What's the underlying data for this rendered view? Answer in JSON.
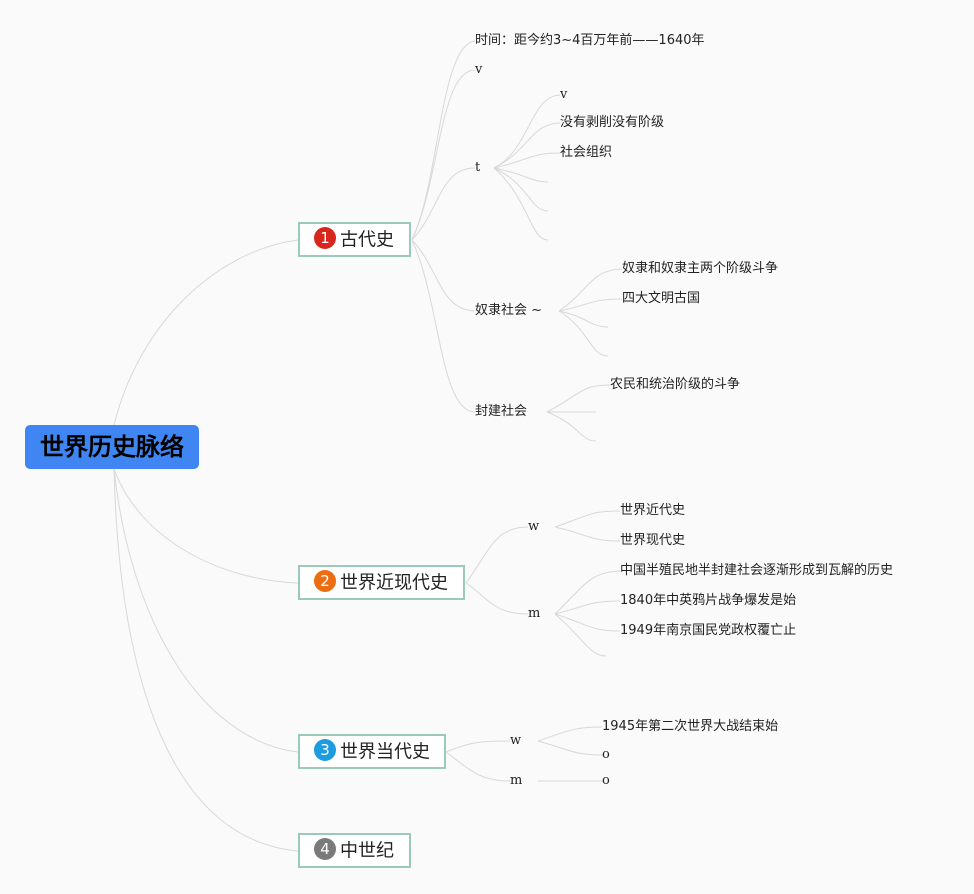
{
  "root": {
    "label": "世界历史脉络",
    "color": "#3f86f2"
  },
  "branches": [
    {
      "number": "1",
      "label": "古代史",
      "badge_color": "#d9261c"
    },
    {
      "number": "2",
      "label": "世界近现代史",
      "badge_color": "#ec6d12"
    },
    {
      "number": "3",
      "label": "世界当代史",
      "badge_color": "#1e9ce0"
    },
    {
      "number": "4",
      "label": "中世纪",
      "badge_color": "#7a7a7a"
    }
  ],
  "ancient": {
    "time": "时间：距今约3~4百万年前——1640年",
    "v": "v",
    "t": "t",
    "t_children": [
      "v",
      "没有剥削没有阶级",
      "社会组织"
    ],
    "slave": "奴隶社会 ~",
    "slave_children": [
      "奴隶和奴隶主两个阶级斗争",
      "四大文明古国"
    ],
    "feudal": "封建社会",
    "feudal_children": [
      "农民和统治阶级的斗争"
    ]
  },
  "modern": {
    "w": "w",
    "w_children": [
      "世界近代史",
      "世界现代史"
    ],
    "m": "m",
    "m_children": [
      "中国半殖民地半封建社会逐渐形成到瓦解的历史",
      "1840年中英鸦片战争爆发是始",
      "1949年南京国民党政权覆亡止"
    ]
  },
  "contemporary": {
    "w": "w",
    "w_children": [
      "1945年第二次世界大战结束始",
      "o"
    ],
    "m": "m",
    "m_children": [
      "o"
    ]
  }
}
